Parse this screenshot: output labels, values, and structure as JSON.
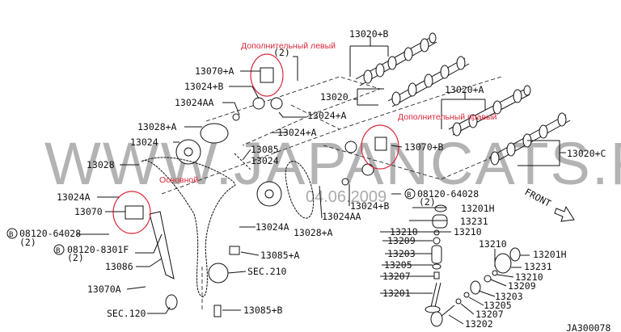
{
  "annotations": {
    "left_extra": "Дополнительный левый",
    "right_extra": "Дополнительный правый",
    "main": "Основной"
  },
  "watermark": {
    "site": "WWW.JAPANCATS.RU",
    "date": "04.06.2009"
  },
  "labels": {
    "l13020B": "13020+B",
    "qty2a": "(2)",
    "l13070A_top": "13070+A",
    "l13024B_top": "13024+B",
    "l13024AA_top": "13024AA",
    "l13020": "13020",
    "l13024A_top": "13024+A",
    "l13020A": "13020+A",
    "l13028A_top": "13028+A",
    "l13024A_mid": "13024+A",
    "l13024_a": "13024",
    "l13085": "13085",
    "l13070B": "13070+B",
    "l13020C": "13020+C",
    "l13024_b": "13024",
    "l13028": "13028",
    "l13024A_left": "13024A",
    "l13070": "13070",
    "bolt1": "08120-64028",
    "bolt1_qty": "(2)",
    "bolt2": "08120-8301F",
    "bolt2_qty": "(2)",
    "l13086": "13086",
    "l13070A": "13070A",
    "sec120": "SEC.120",
    "l13024A_low": "13024A",
    "l13028A_low": "13028+A",
    "l13085A": "13085+A",
    "sec210": "SEC.210",
    "l13085B": "13085+B",
    "l13024AA_mid": "13024AA",
    "l13024B_mid": "13024+B",
    "bolt3": "08120-64028",
    "bolt3_qty": "(2)",
    "b_mark": "B",
    "v_13201H": "13201H",
    "v_13231": "13231",
    "v_13210a": "13210",
    "v_13210b": "13210",
    "v_13209": "13209",
    "v_13203": "13203",
    "v_13205": "13205",
    "v_13207": "13207",
    "v_13201": "13201",
    "w_13210a": "13210",
    "w_13201H": "13201H",
    "w_13231": "13231",
    "w_13210b": "13210",
    "w_13209": "13209",
    "w_13203": "13203",
    "w_13205": "13205",
    "w_13207": "13207",
    "w_13202": "13202",
    "front": "FRONT",
    "code": "JA300078"
  }
}
